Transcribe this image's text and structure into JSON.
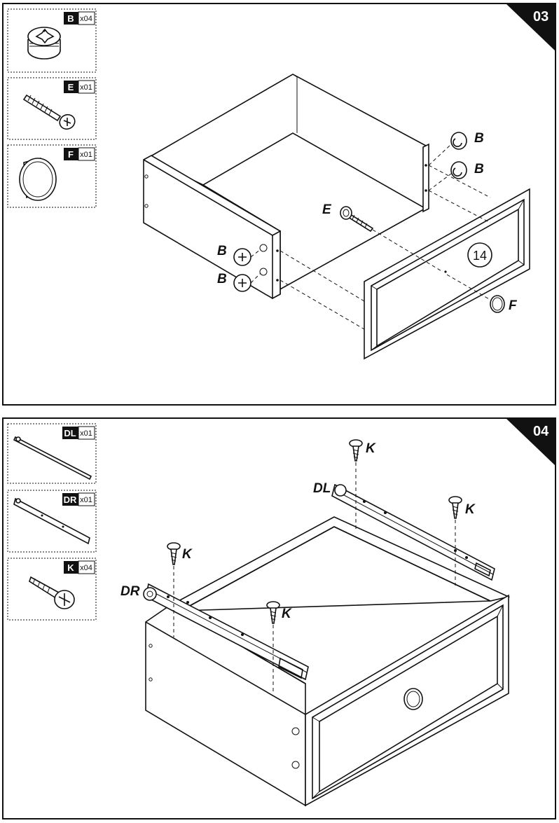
{
  "steps": [
    {
      "number": "03",
      "parts": [
        {
          "code": "B",
          "qty": "x04",
          "icon": "cam-lock-icon"
        },
        {
          "code": "E",
          "qty": "x01",
          "icon": "bolt-icon"
        },
        {
          "code": "F",
          "qty": "x01",
          "icon": "knob-icon"
        }
      ],
      "callouts": {
        "b1": "B",
        "b2": "B",
        "b3": "B",
        "b4": "B",
        "e": "E",
        "f": "F"
      },
      "panel_number": "14"
    },
    {
      "number": "04",
      "parts": [
        {
          "code": "DL",
          "qty": "x01",
          "icon": "left-rail-icon"
        },
        {
          "code": "DR",
          "qty": "x01",
          "icon": "right-rail-icon"
        },
        {
          "code": "K",
          "qty": "x04",
          "icon": "screw-icon"
        }
      ],
      "callouts": {
        "k1": "K",
        "k2": "K",
        "k3": "K",
        "k4": "K",
        "dl": "DL",
        "dr": "DR"
      }
    }
  ]
}
